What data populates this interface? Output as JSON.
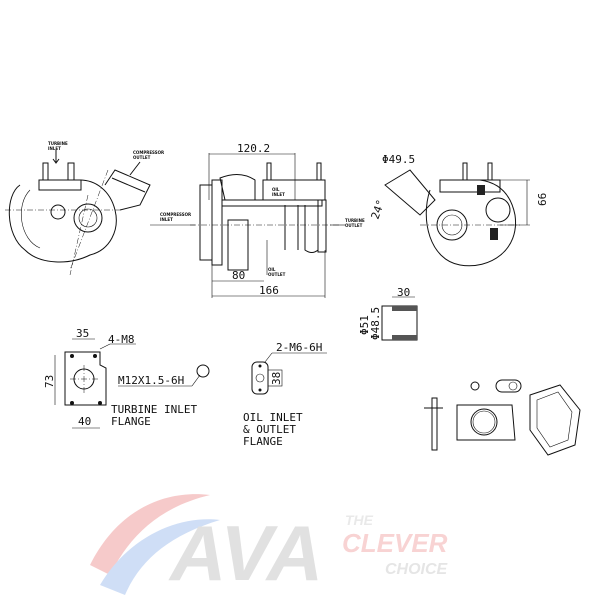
{
  "logo": {
    "brand": "AVA",
    "tagline_1": "THE",
    "tagline_2": "CLEVER",
    "tagline_3": "CHOICE",
    "colors": {
      "red": "#e8414a",
      "blue": "#3a7bd5",
      "grey": "#b8b8b8"
    }
  },
  "front_view": {
    "turbine_inlet": [
      "TURBINE",
      "INLET"
    ],
    "compressor_outlet": [
      "COMPRESSOR",
      "OUTLET"
    ]
  },
  "side_view": {
    "width_top": "120.2",
    "compressor_inlet": [
      "COMPRESSOR",
      "INLET"
    ],
    "turbine_outlet": [
      "TURBINE",
      "OUTLET"
    ],
    "oil_inlet": [
      "OIL",
      "INLET"
    ],
    "oil_outlet": [
      "OIL",
      "OUTLET"
    ],
    "dim_80": "80",
    "dim_166": "166"
  },
  "rear_view": {
    "dia": "Φ49.5",
    "angle": "24°",
    "height": "66"
  },
  "outlet_section": {
    "length": "30",
    "outer_dia": "Φ51",
    "inner_dia": "Φ48.5"
  },
  "turbine_flange": {
    "width": "35",
    "bolts": "4-M8",
    "height": "73",
    "bottom": "40",
    "thread": "M12X1.5-6H",
    "label_1": "TURBINE INLET",
    "label_2": "FLANGE"
  },
  "oil_flange": {
    "bolts": "2-M6-6H",
    "spacing": "38",
    "label_1": "OIL INLET",
    "label_2": "& OUTLET",
    "label_3": "FLANGE"
  }
}
